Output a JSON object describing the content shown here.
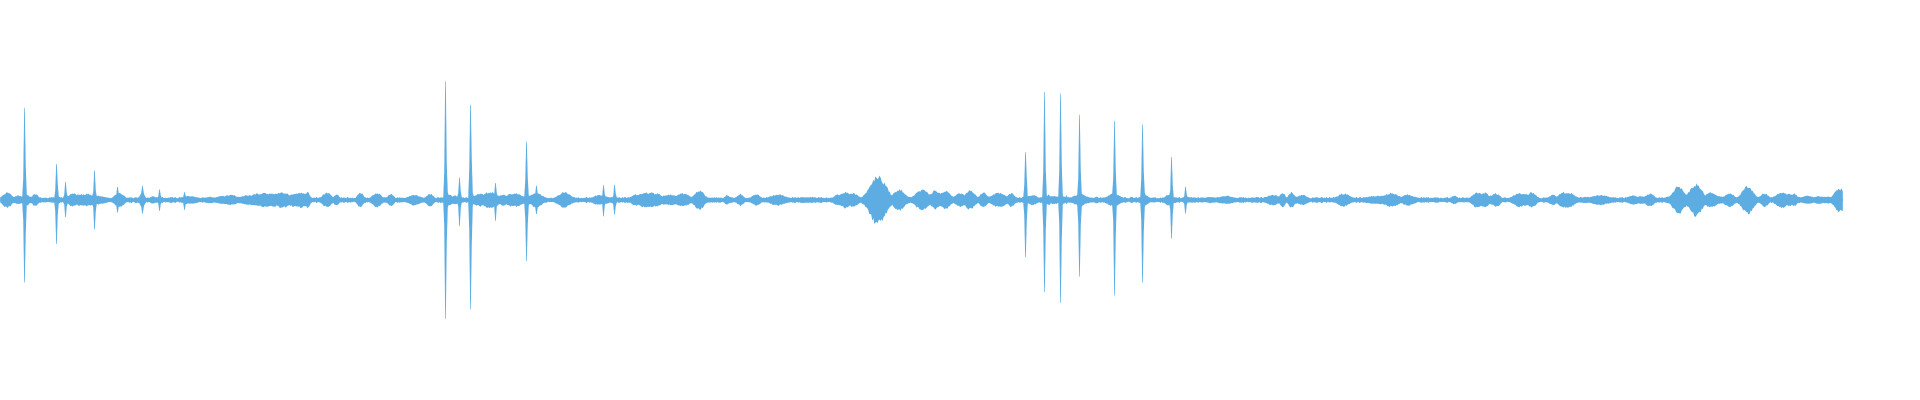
{
  "waveform": {
    "color": "#5DADE2",
    "background": "#FFFFFF",
    "duration_fraction_filled": 0.96,
    "events": [
      {
        "t": 0.0125,
        "amp": 0.4,
        "kind": "spike"
      },
      {
        "t": 0.029,
        "amp": 0.2,
        "kind": "spike"
      },
      {
        "t": 0.034,
        "amp": 0.08,
        "kind": "spike"
      },
      {
        "t": 0.049,
        "amp": 0.13,
        "kind": "spike"
      },
      {
        "t": 0.061,
        "amp": 0.06,
        "kind": "spike"
      },
      {
        "t": 0.074,
        "amp": 0.07,
        "kind": "spike"
      },
      {
        "t": 0.083,
        "amp": 0.05,
        "kind": "spike"
      },
      {
        "t": 0.096,
        "amp": 0.04,
        "kind": "spike"
      },
      {
        "t": 0.17,
        "amp": 0.03,
        "kind": "blob"
      },
      {
        "t": 0.196,
        "amp": 0.03,
        "kind": "blob"
      },
      {
        "t": 0.232,
        "amp": 0.52,
        "kind": "spike"
      },
      {
        "t": 0.239,
        "amp": 0.12,
        "kind": "spike"
      },
      {
        "t": 0.245,
        "amp": 0.55,
        "kind": "spike"
      },
      {
        "t": 0.258,
        "amp": 0.09,
        "kind": "spike"
      },
      {
        "t": 0.274,
        "amp": 0.32,
        "kind": "spike"
      },
      {
        "t": 0.279,
        "amp": 0.07,
        "kind": "spike"
      },
      {
        "t": 0.314,
        "amp": 0.07,
        "kind": "spike"
      },
      {
        "t": 0.32,
        "amp": 0.07,
        "kind": "spike"
      },
      {
        "t": 0.364,
        "amp": 0.04,
        "kind": "blob"
      },
      {
        "t": 0.457,
        "amp": 0.11,
        "kind": "blob"
      },
      {
        "t": 0.487,
        "amp": 0.04,
        "kind": "blob"
      },
      {
        "t": 0.505,
        "amp": 0.04,
        "kind": "blob"
      },
      {
        "t": 0.534,
        "amp": 0.27,
        "kind": "spike"
      },
      {
        "t": 0.544,
        "amp": 0.47,
        "kind": "spike"
      },
      {
        "t": 0.552,
        "amp": 0.49,
        "kind": "spike"
      },
      {
        "t": 0.562,
        "amp": 0.37,
        "kind": "spike"
      },
      {
        "t": 0.58,
        "amp": 0.43,
        "kind": "spike"
      },
      {
        "t": 0.595,
        "amp": 0.39,
        "kind": "spike"
      },
      {
        "t": 0.61,
        "amp": 0.2,
        "kind": "spike"
      },
      {
        "t": 0.617,
        "amp": 0.06,
        "kind": "spike"
      },
      {
        "t": 0.773,
        "amp": 0.03,
        "kind": "blob"
      },
      {
        "t": 0.874,
        "amp": 0.06,
        "kind": "blob"
      },
      {
        "t": 0.883,
        "amp": 0.07,
        "kind": "blob"
      },
      {
        "t": 0.91,
        "amp": 0.06,
        "kind": "blob"
      },
      {
        "t": 0.958,
        "amp": 0.05,
        "kind": "blob"
      }
    ]
  }
}
